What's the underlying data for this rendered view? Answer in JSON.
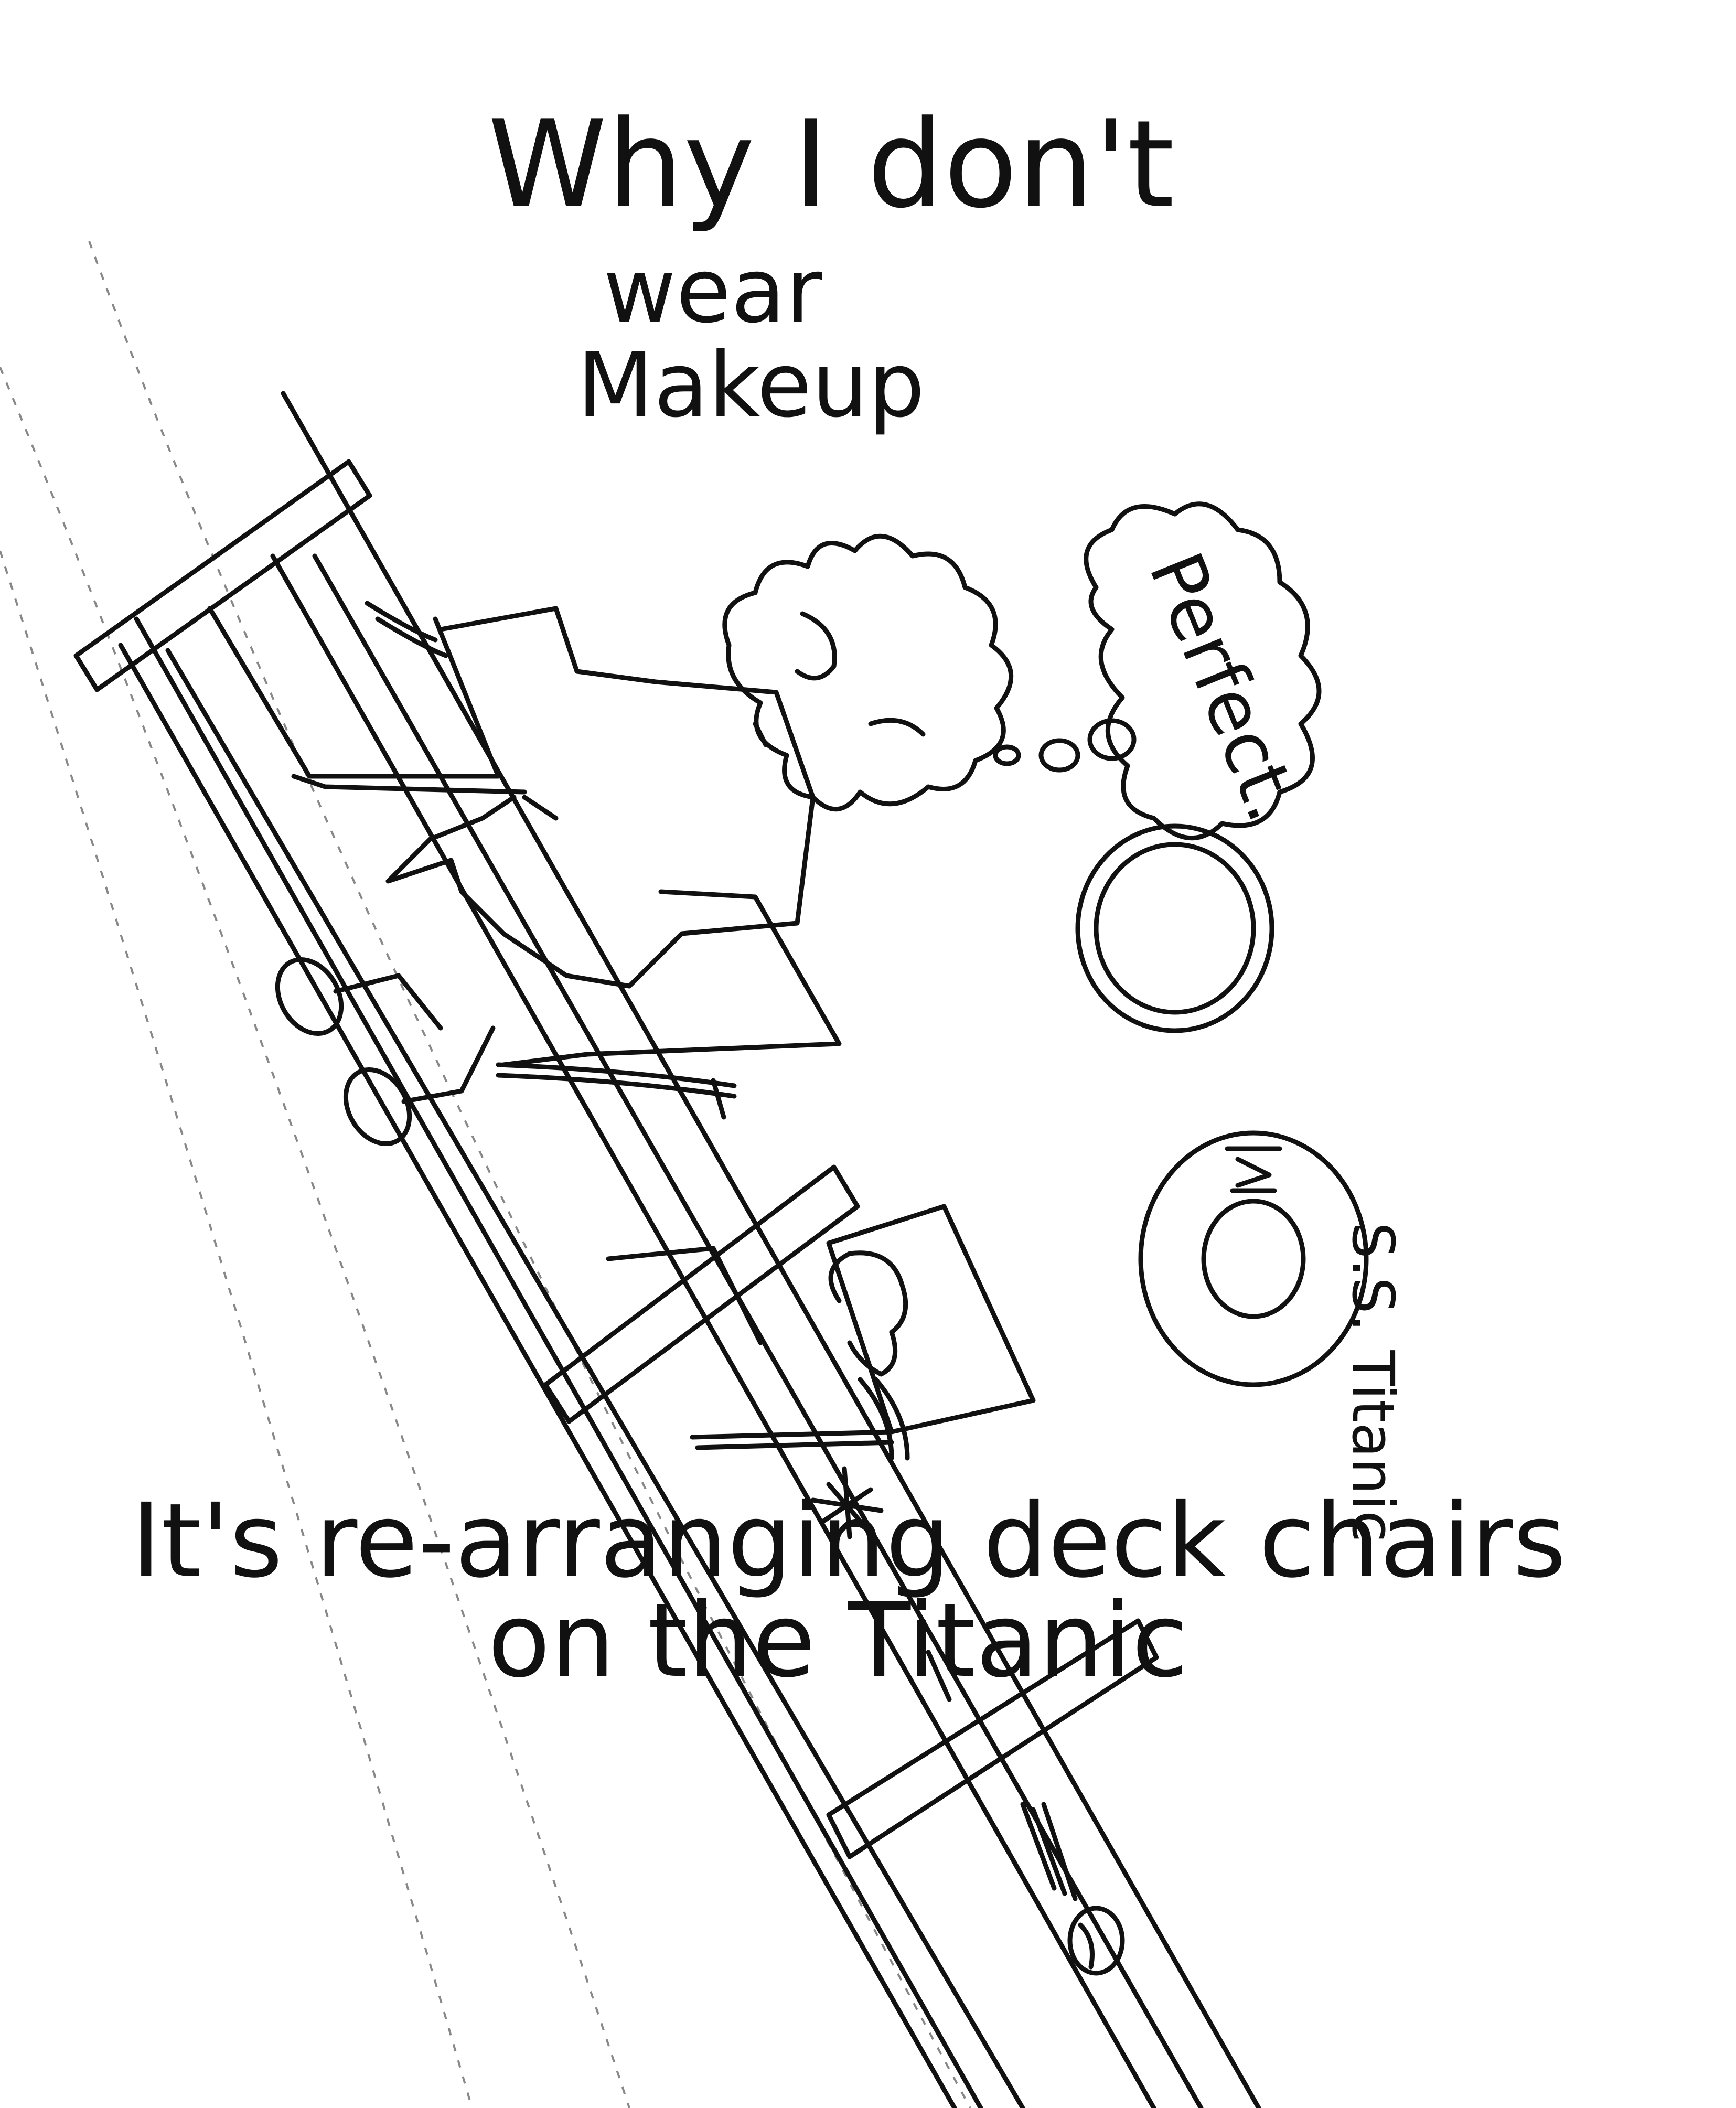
{
  "title": {
    "line1": "Why I don't",
    "line2": "wear",
    "line3": "Makeup"
  },
  "thought_bubble": {
    "text": "Perfect."
  },
  "life_ring": {
    "text": "S.S. Titanic"
  },
  "caption": {
    "line1": "It's re-arranging deck chairs",
    "line2": "on the Titanic"
  },
  "colors": {
    "ink": "#111111",
    "paper": "#ffffff"
  }
}
